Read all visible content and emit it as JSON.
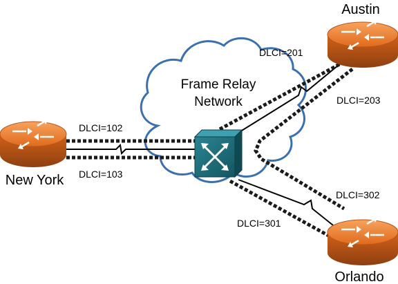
{
  "cloud": {
    "line1": "Frame Relay",
    "line2": "Network"
  },
  "routers": {
    "new_york": "New York",
    "austin": "Austin",
    "orlando": "Orlando"
  },
  "dlci": {
    "ny_a": "DLCI=102",
    "ny_b": "DLCI=103",
    "austin_a": "DLCI=201",
    "austin_b": "DLCI=203",
    "orlando_a": "DLCI=302",
    "orlando_b": "DLCI=301"
  },
  "colors": {
    "router_orange": "#e8782c",
    "router_dark": "#9a4612",
    "switch_teal": "#1b6b77",
    "cloud_stroke": "#3a6fb0"
  }
}
